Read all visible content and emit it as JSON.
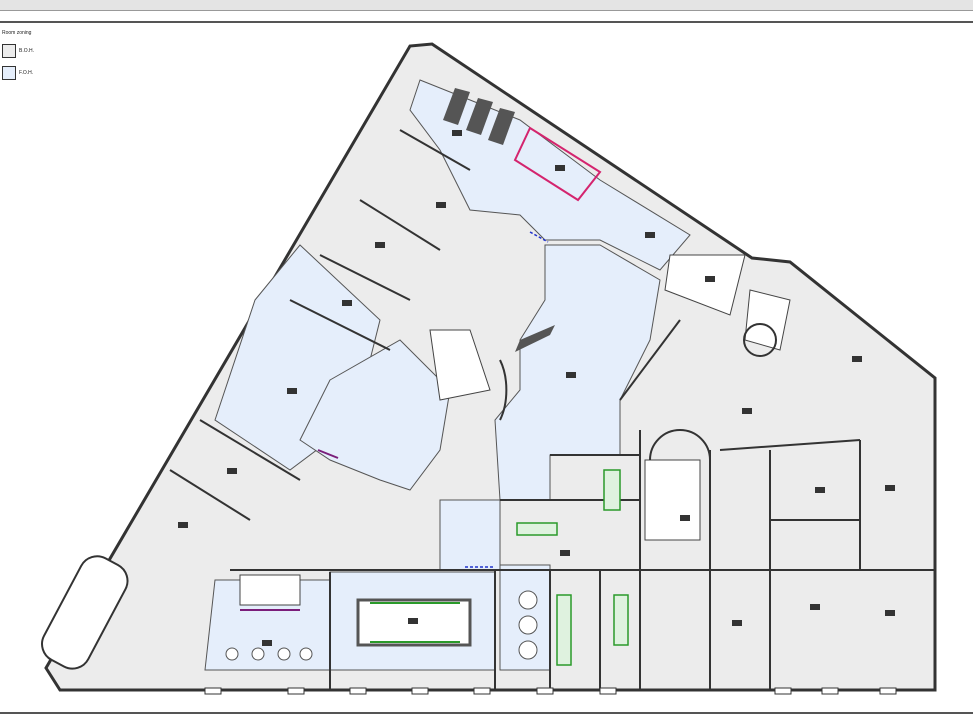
{
  "legend": {
    "title": "Room zoning",
    "items": [
      {
        "label": "B.O.H.",
        "color": "#ececec"
      },
      {
        "label": "F.O.H.",
        "color": "#e5eefb"
      }
    ]
  },
  "colors": {
    "boh": "#ececec",
    "foh": "#e5eefb",
    "wall": "#333333",
    "accent_pink": "#d4246e",
    "accent_green": "#2a9a2a",
    "accent_blue": "#2233cc"
  }
}
